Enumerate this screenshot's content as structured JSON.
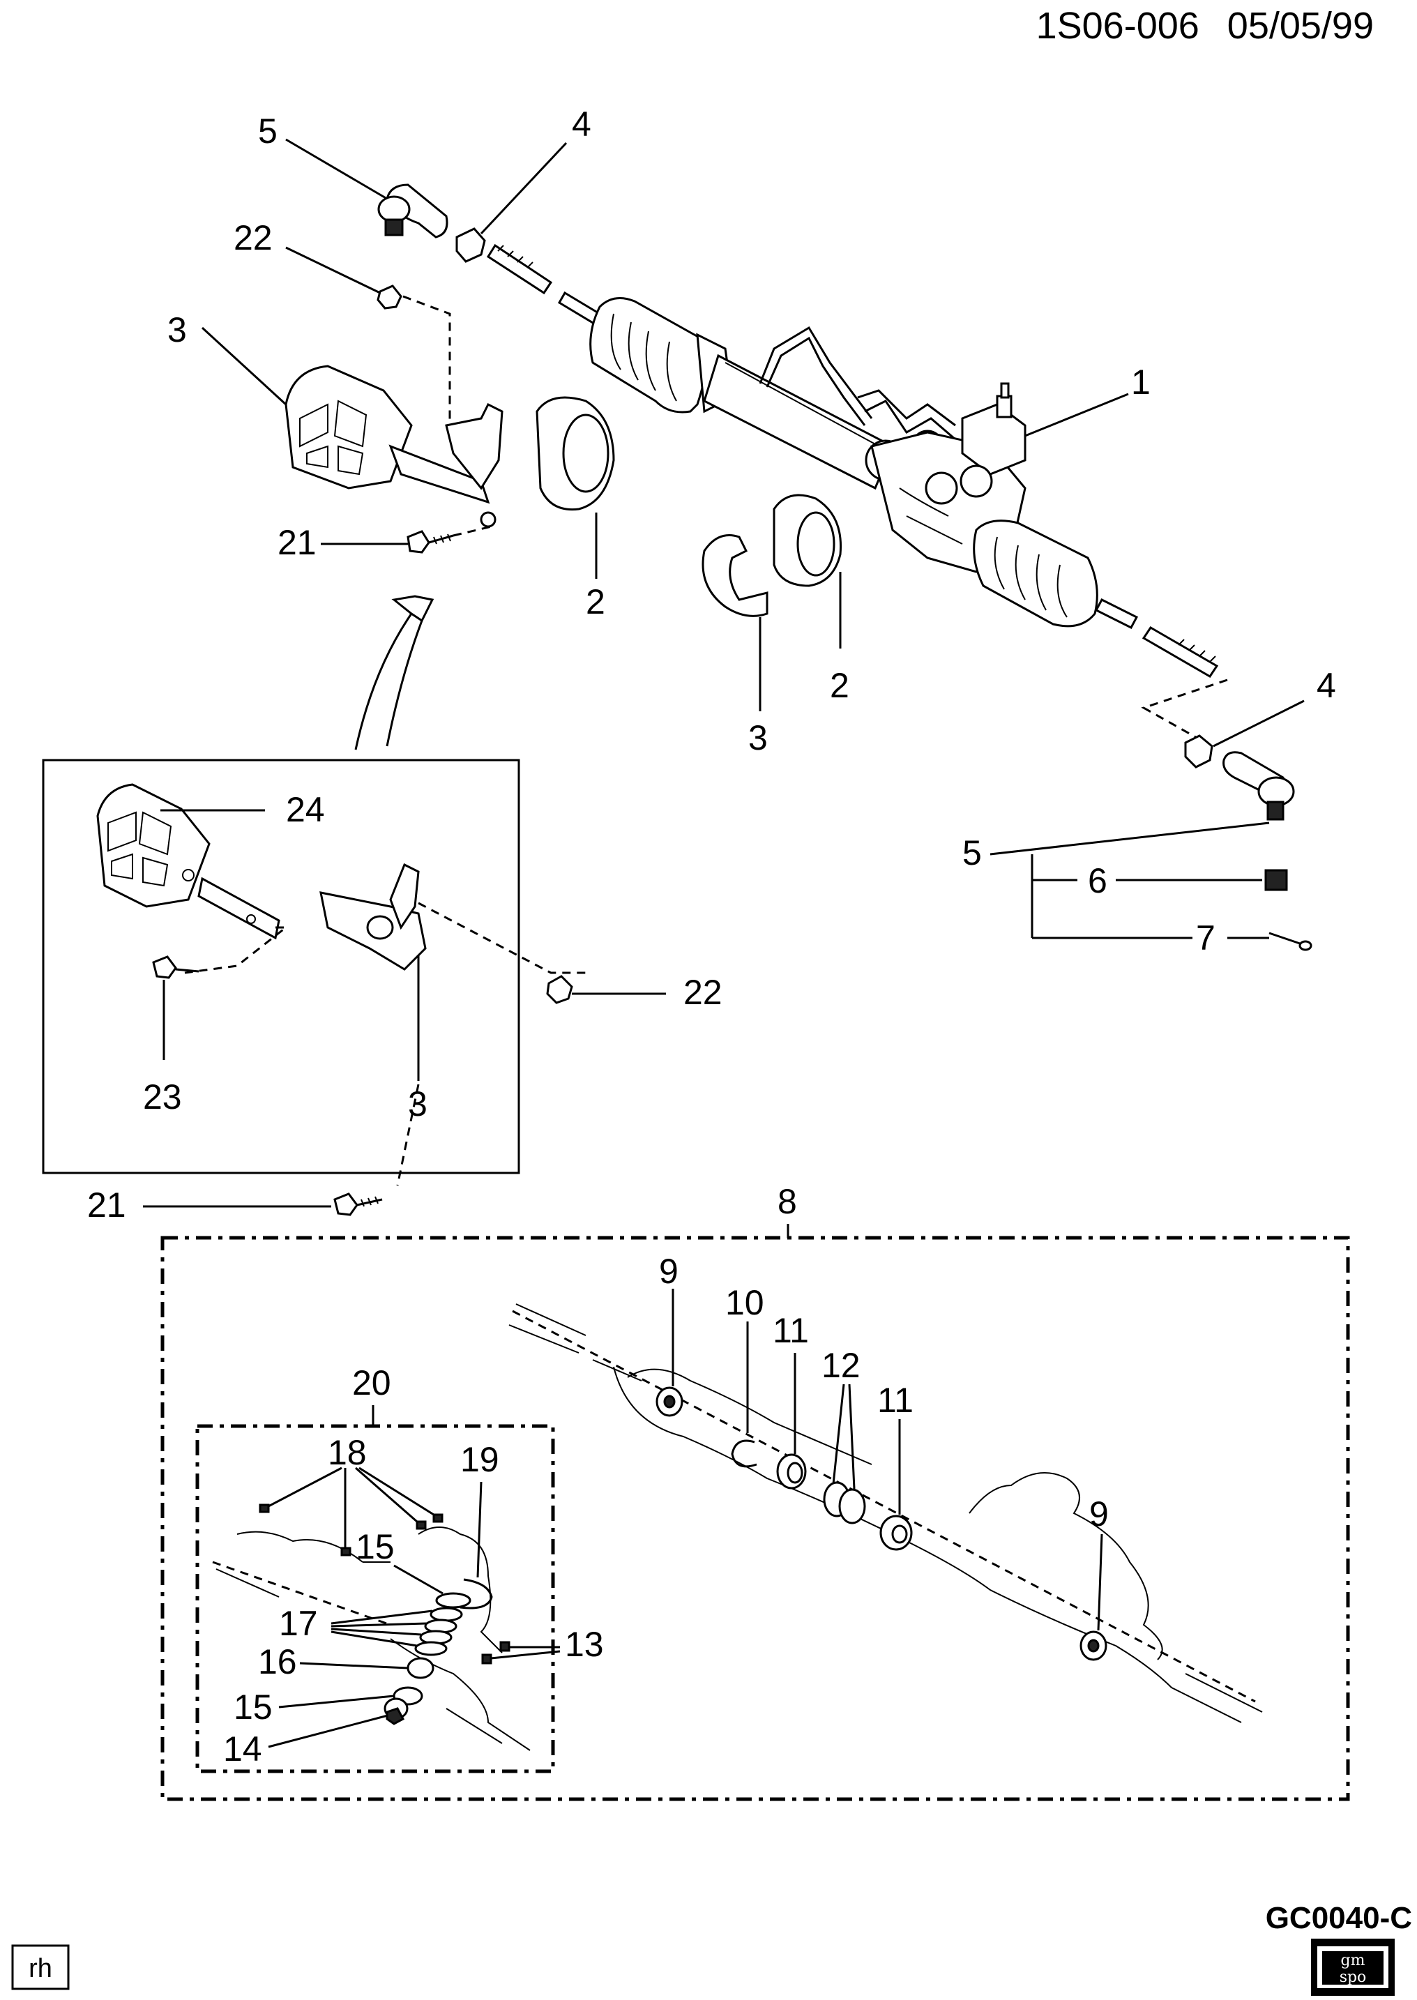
{
  "header": {
    "doc_id": "1S06-006",
    "date": "05/05/99"
  },
  "footer": {
    "figure_code": "GC0040-C",
    "side_tag": "rh",
    "logo_text_top": "gm",
    "logo_text_bottom": "spo"
  },
  "callouts": {
    "c1": "1",
    "c2a": "2",
    "c2b": "2",
    "c3a": "3",
    "c3b": "3",
    "c3c": "3",
    "c4a": "4",
    "c4b": "4",
    "c5a": "5",
    "c5b": "5",
    "c6": "6",
    "c7": "7",
    "c8": "8",
    "c9a": "9",
    "c9b": "9",
    "c10": "10",
    "c11a": "11",
    "c11b": "11",
    "c12": "12",
    "c13": "13",
    "c14": "14",
    "c15a": "15",
    "c15b": "15",
    "c16": "16",
    "c17": "17",
    "c18": "18",
    "c19": "19",
    "c20": "20",
    "c21a": "21",
    "c21b": "21",
    "c22a": "22",
    "c22b": "22",
    "c23": "23",
    "c24": "24"
  }
}
